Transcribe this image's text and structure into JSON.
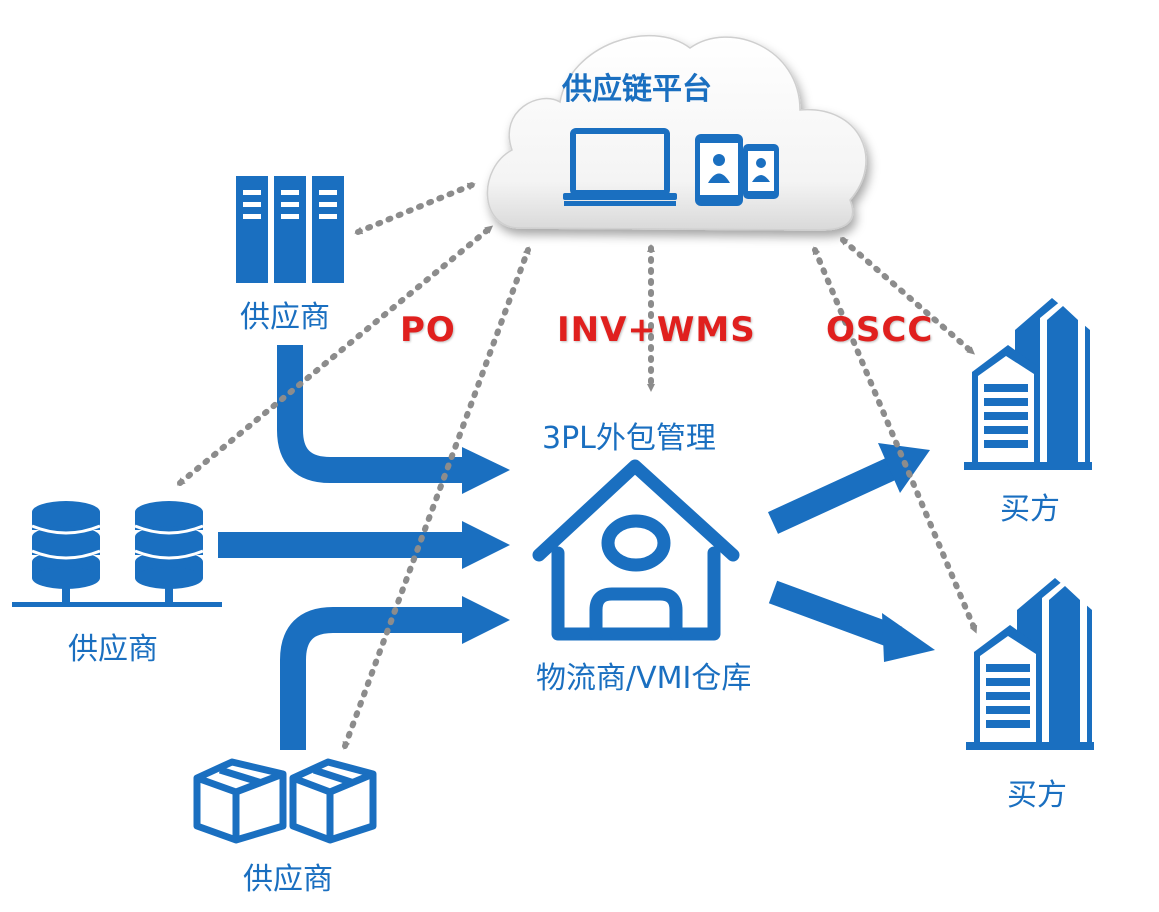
{
  "cloud": {
    "title": "供应链平台"
  },
  "nodes": {
    "supplier_server": {
      "label": "供应商"
    },
    "supplier_db": {
      "label": "供应商"
    },
    "supplier_boxes": {
      "label": "供应商"
    },
    "warehouse_top": {
      "label": "3PL外包管理"
    },
    "warehouse_bottom": {
      "label": "物流商/VMI仓库"
    },
    "buyer_top": {
      "label": "买方"
    },
    "buyer_bottom": {
      "label": "买方"
    }
  },
  "flows": {
    "po": "PO",
    "inv_wms": "INV+WMS",
    "oscc": "OSCC"
  },
  "colors": {
    "primary": "#1a6fc0",
    "accent": "#e0201e",
    "dots": "#8c8c8c"
  },
  "icons": [
    "laptop-icon",
    "tablet-icon",
    "server-rack-icon",
    "database-icon",
    "box-icon",
    "house-icon",
    "building-icon"
  ]
}
